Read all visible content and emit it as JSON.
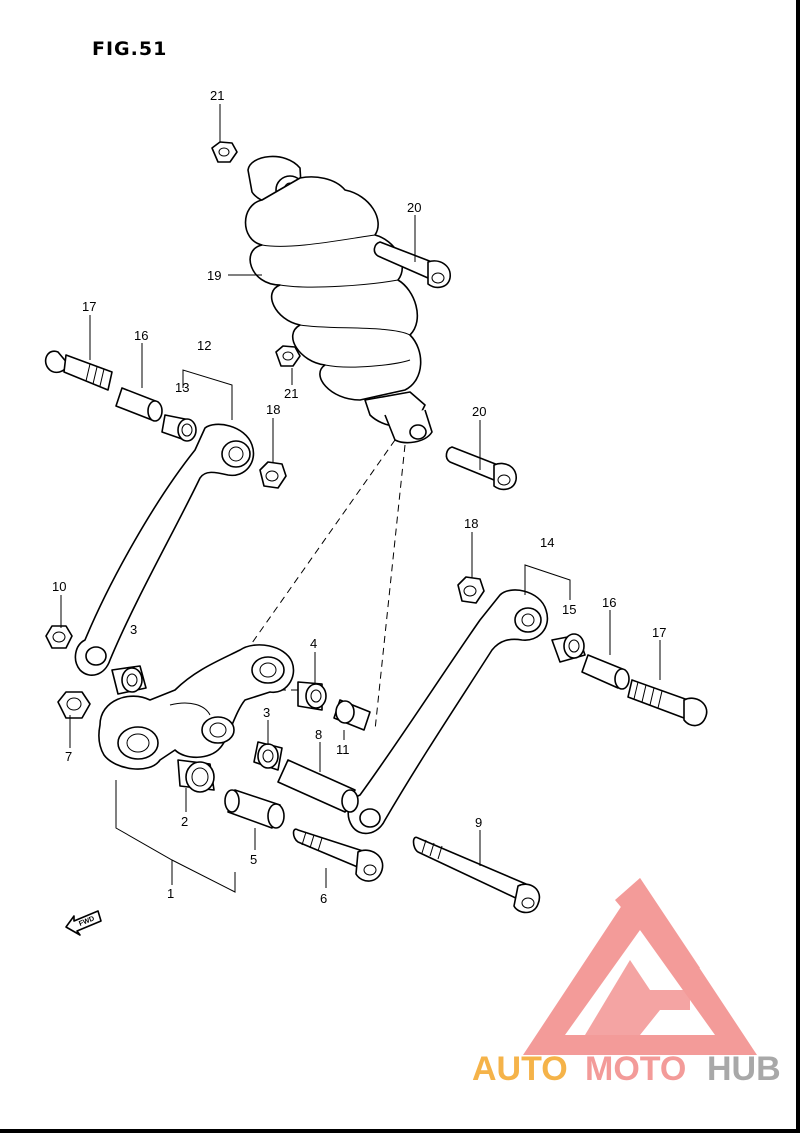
{
  "figure_title": "FIG.51",
  "fwd_marker": "FWD",
  "watermark": {
    "text_part1": "AUTO",
    "text_part2": "MOTO",
    "text_part3": "HUB",
    "color_primary": "#f28a88",
    "color_secondary": "#f4a62a",
    "color_gray": "#9a9a9a"
  },
  "callouts": {
    "c1": "1",
    "c2": "2",
    "c3a": "3",
    "c3b": "3",
    "c4": "4",
    "c5": "5",
    "c6": "6",
    "c7": "7",
    "c8": "8",
    "c9": "9",
    "c10": "10",
    "c11": "11",
    "c12": "12",
    "c13": "13",
    "c14": "14",
    "c15": "15",
    "c16a": "16",
    "c16b": "16",
    "c17a": "17",
    "c17b": "17",
    "c18a": "18",
    "c18b": "18",
    "c19": "19",
    "c20a": "20",
    "c20b": "20",
    "c21a": "21",
    "c21b": "21"
  }
}
